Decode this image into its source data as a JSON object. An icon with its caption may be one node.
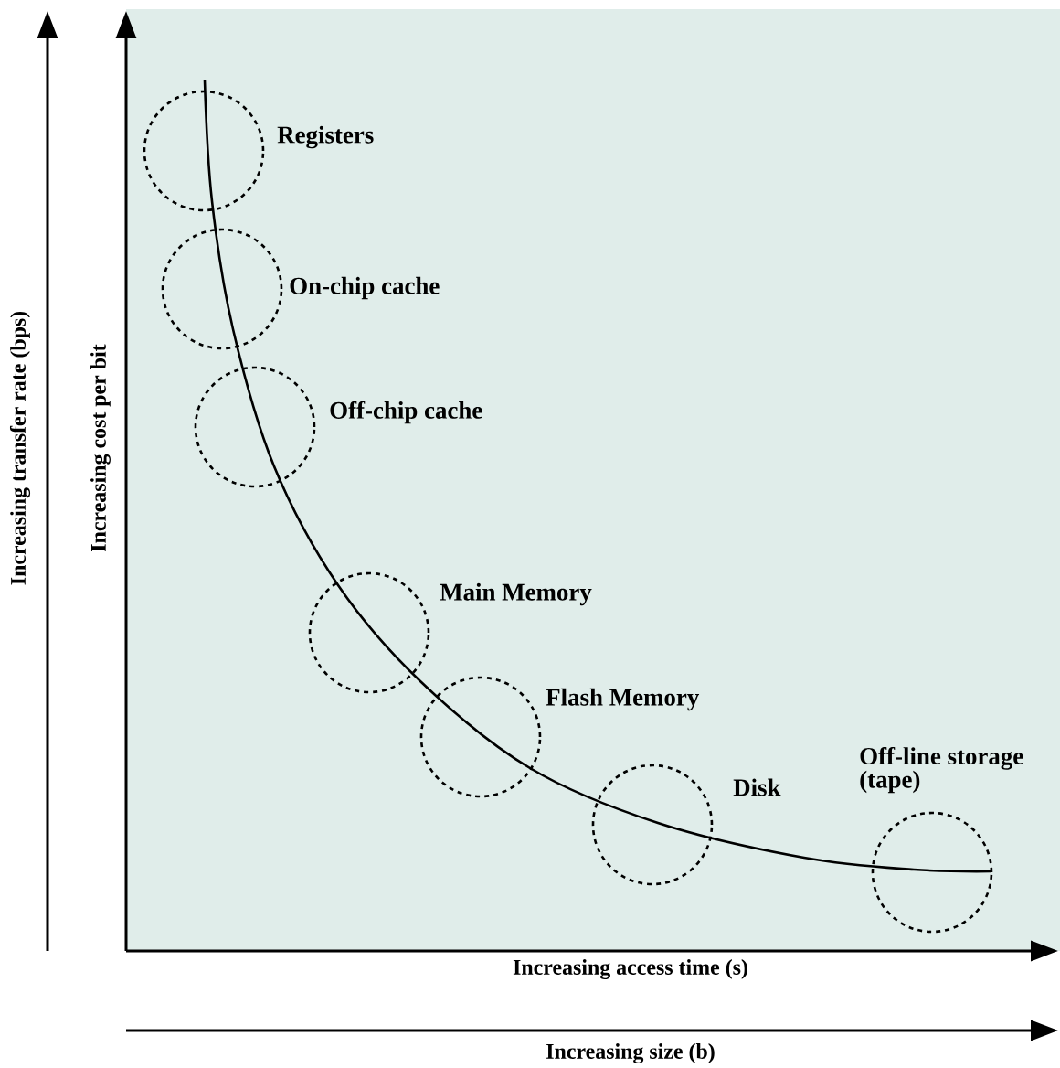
{
  "diagram": {
    "nodes": [
      {
        "text": [],
        "shape": "circle",
        "beside": [
          "Registers"
        ]
      },
      {
        "text": [],
        "shape": "circle",
        "beside": [
          "On-chip cache"
        ]
      },
      {
        "text": [],
        "shape": "circle",
        "beside": [
          "Off-chip cache"
        ]
      },
      {
        "text": [],
        "shape": "circle",
        "beside": [
          "Main Memory"
        ]
      },
      {
        "text": [],
        "shape": "circle",
        "beside": [
          "Flash Memory"
        ]
      },
      {
        "text": [],
        "shape": "circle",
        "beside": [
          "Disk"
        ]
      },
      {
        "text": [],
        "shape": "circle",
        "beside": [
          "Off-line storage (tape)"
        ]
      }
    ],
    "labels": [
      "Increasing transfer rate (bps)",
      "Increasing cost per bit",
      "Increasing access time (s)",
      "Increasing size (b)"
    ]
  }
}
